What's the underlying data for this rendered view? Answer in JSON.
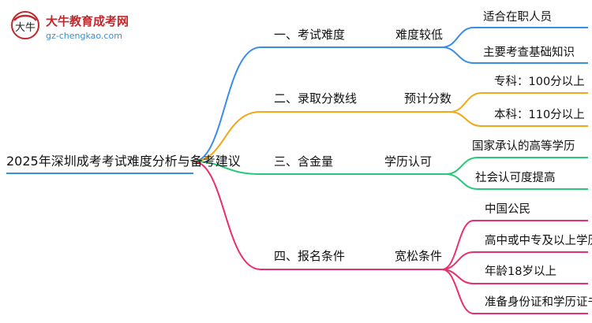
{
  "logo": {
    "name": "大牛教育成考网",
    "url": "gz-chengkao.com",
    "mark_text": "大牛"
  },
  "root": "2025年深圳成考考试难度分析与备考建议",
  "colors": {
    "blue": "#3a8ee8",
    "orange": "#f0a818",
    "green": "#28c878",
    "pink": "#e8306a",
    "root_line": "#3a8ee8"
  },
  "branches": [
    {
      "label": "一、考试难度",
      "mid": "难度较低",
      "leaves": [
        "适合在职人员",
        "主要考查基础知识"
      ]
    },
    {
      "label": "二、录取分数线",
      "mid": "预计分数",
      "leaves": [
        "专科：100分以上",
        "本科：110分以上"
      ]
    },
    {
      "label": "三、含金量",
      "mid": "学历认可",
      "leaves": [
        "国家承认的高等学历",
        "社会认可度提高"
      ]
    },
    {
      "label": "四、报名条件",
      "mid": "宽松条件",
      "leaves": [
        "中国公民",
        "高中或中专及以上学历",
        "年龄18岁以上",
        "准备身份证和学历证书"
      ]
    }
  ]
}
